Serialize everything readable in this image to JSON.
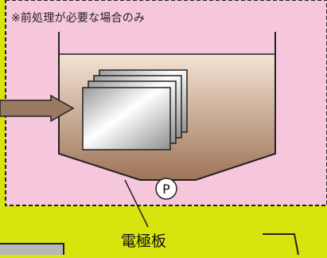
{
  "diagram": {
    "note": "※前処理が必要な場合のみ",
    "pump_label": "P",
    "electrode_label": "電極板"
  },
  "colors": {
    "background": "#d9e30e",
    "pink_zone": "#f5c6dc",
    "tank_top": "#f3dcc8",
    "tank_bottom": "#a67e5f",
    "arrow": "#9b7a64"
  },
  "icons": {
    "pump": "pump-circle",
    "arrow": "flow-arrow"
  }
}
